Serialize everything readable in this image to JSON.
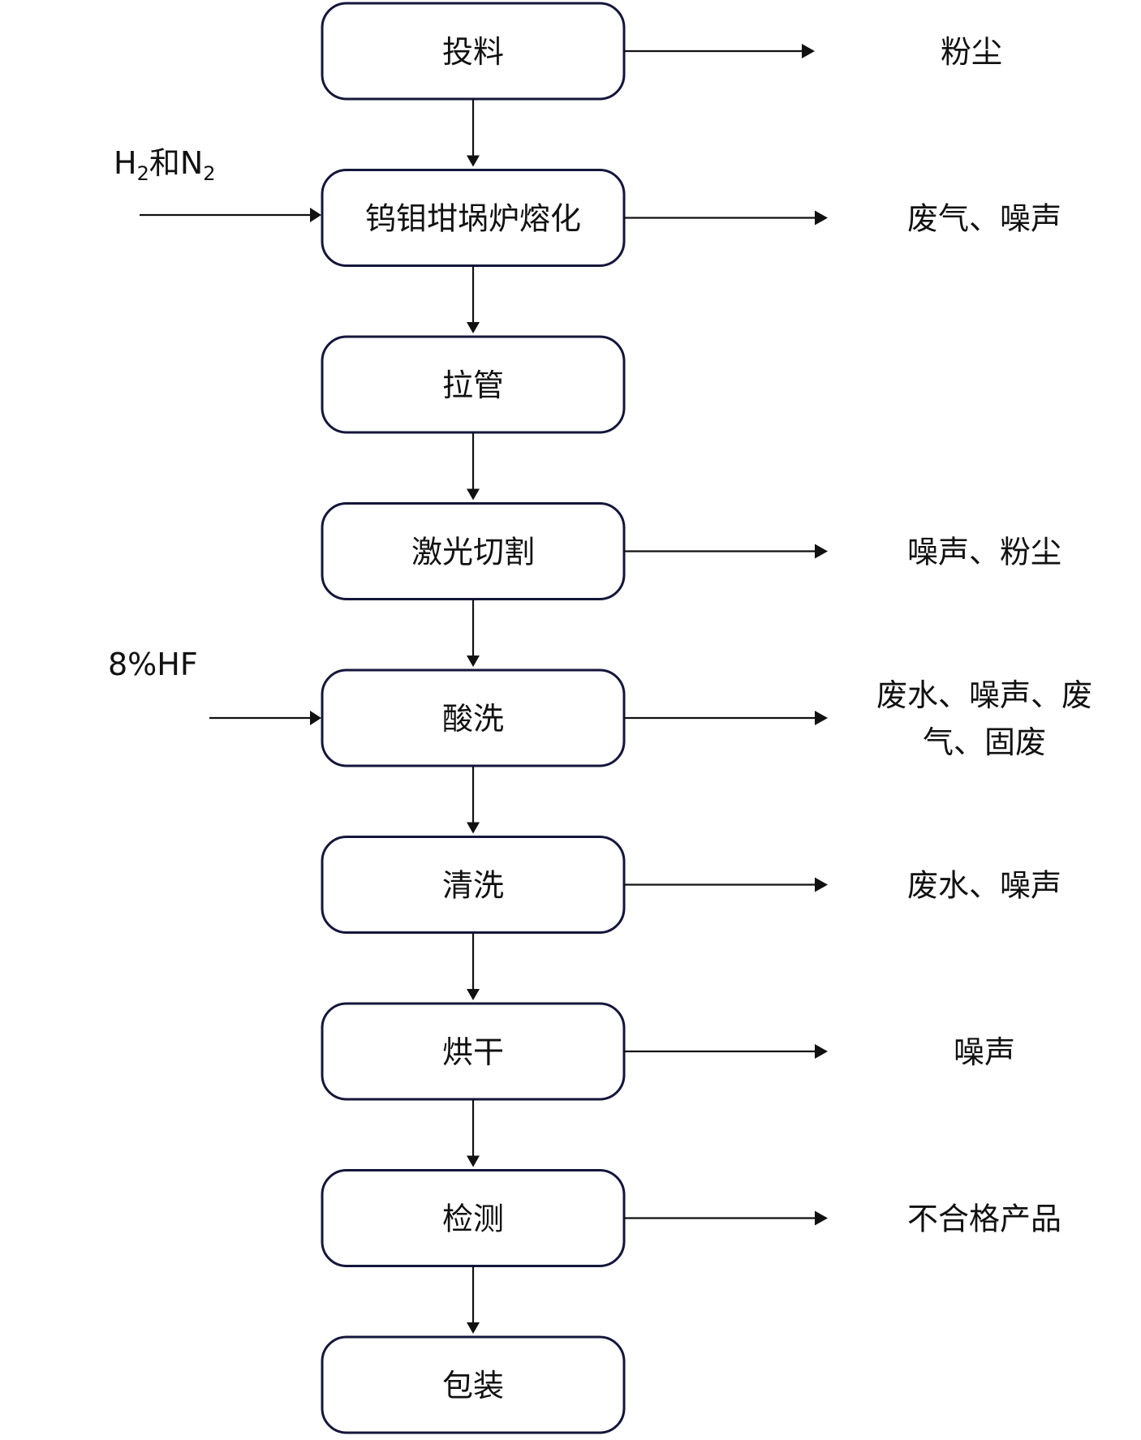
{
  "steps": [
    {
      "label": "投料",
      "output": [
        "粉尘"
      ]
    },
    {
      "label": "钨钼坩埚炉熔化",
      "output": [
        "废气、噪声"
      ]
    },
    {
      "label": "拉管",
      "output": []
    },
    {
      "label": "激光切割",
      "output": [
        "噪声、粉尘"
      ]
    },
    {
      "label": "酸洗",
      "output": [
        "废水、噪声、废",
        "气、固废"
      ]
    },
    {
      "label": "清洗",
      "output": [
        "废水、噪声"
      ]
    },
    {
      "label": "烘干",
      "output": [
        "噪声"
      ]
    },
    {
      "label": "检测",
      "output": [
        "不合格产品"
      ]
    },
    {
      "label": "包装",
      "output": []
    }
  ],
  "inputs": {
    "melt": {
      "main_1": "H",
      "sub_1": "2",
      "main_2": "和N",
      "sub_2": "2"
    },
    "pickling": {
      "label": "8%HF"
    }
  },
  "colors": {
    "box_border": "#14163a",
    "line": "#111111",
    "text": "#111111"
  }
}
